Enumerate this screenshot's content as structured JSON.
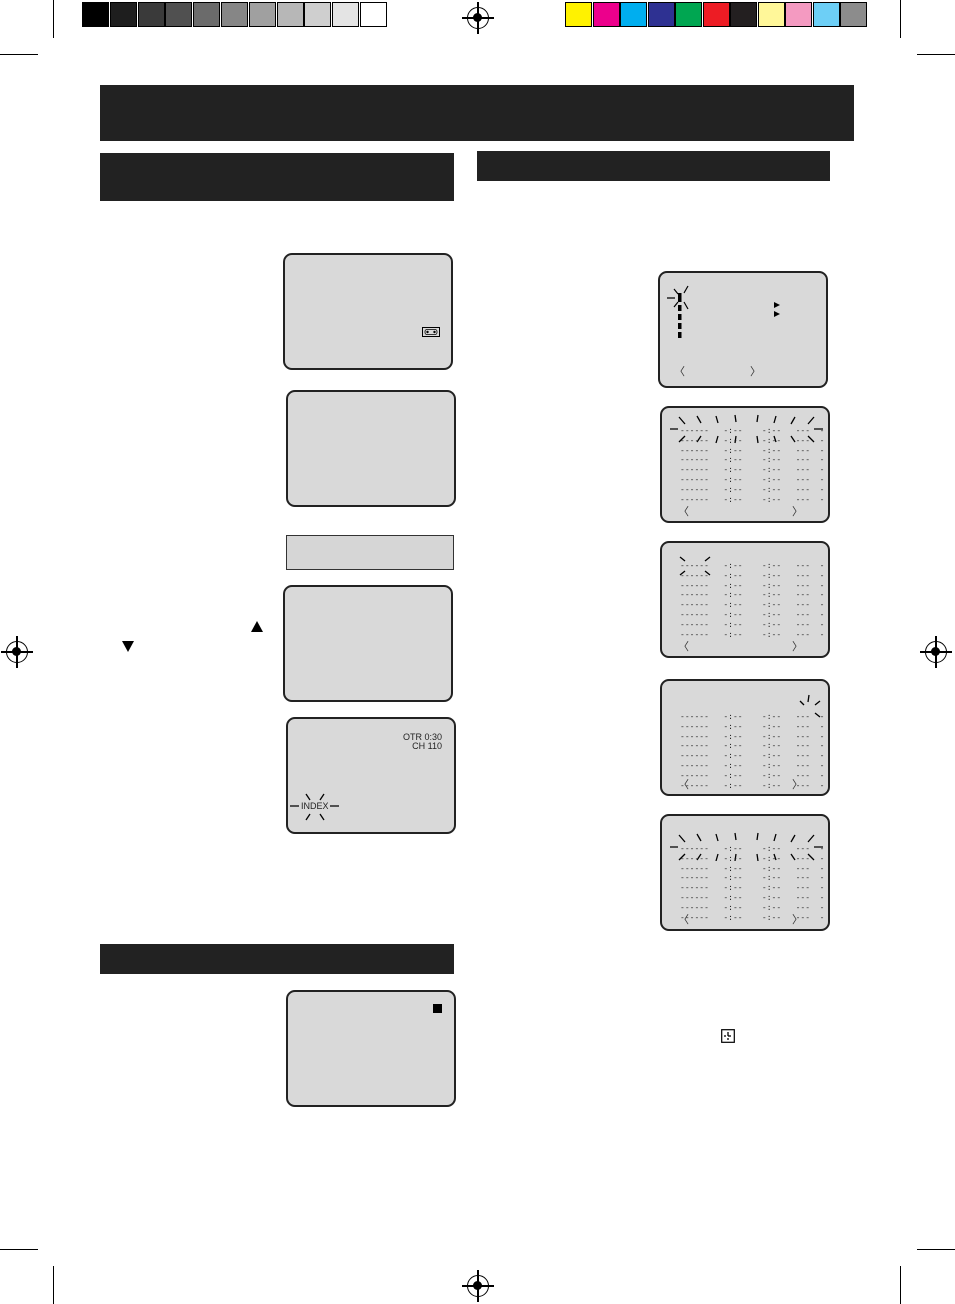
{
  "colors": {
    "grays": [
      "#000000",
      "#1e1e1e",
      "#3a3a3a",
      "#505050",
      "#6b6b6b",
      "#868686",
      "#a0a0a0",
      "#b7b7b7",
      "#cfcfcf",
      "#e4e4e4",
      "#ffffff"
    ],
    "process": [
      "#fff200",
      "#ec008c",
      "#00aeef",
      "#2e3192",
      "#00a651",
      "#ed1c24",
      "#231f20",
      "#fff799",
      "#f49ac1",
      "#6dcff6",
      "#8c8c8c"
    ],
    "header_bar": "#222222",
    "screen_bg": "#d9d9d9"
  },
  "osd": {
    "otr_time": "OTR  0:30",
    "channel": "CH 110",
    "index_label": "INDEX",
    "bracket_left": "〈",
    "bracket_right": "〉"
  },
  "timer_grid": {
    "row_text": "------   -:--    -:--   ---  -"
  },
  "icons": [
    "cassette-icon",
    "stop-icon",
    "timer-icon",
    "up-arrow-icon",
    "down-arrow-icon",
    "play-arrow-icon",
    "registration-mark-icon"
  ]
}
